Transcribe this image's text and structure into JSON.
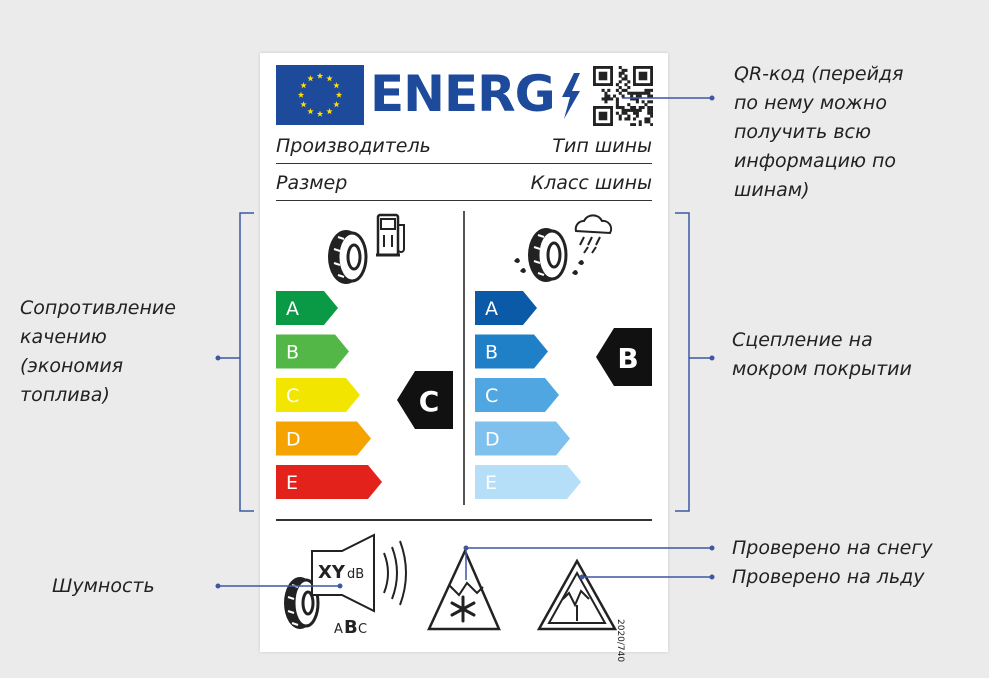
{
  "energy_word": "ENERG",
  "label_rows": {
    "manufacturer": "Производитель",
    "tyre_type": "Тип шины",
    "size": "Размер",
    "tyre_class": "Класс шины"
  },
  "fuel_scale": {
    "classes": [
      "A",
      "B",
      "C",
      "D",
      "E"
    ],
    "colors": [
      "#0a9a46",
      "#52b747",
      "#f2e500",
      "#f5a300",
      "#e3221c"
    ],
    "selected": "C"
  },
  "wet_scale": {
    "classes": [
      "A",
      "B",
      "C",
      "D",
      "E"
    ],
    "colors": [
      "#0a5aa8",
      "#1f80c8",
      "#4fa6e0",
      "#7fc1ee",
      "#b5def8"
    ],
    "selected": "B"
  },
  "noise": {
    "value": "XY",
    "unit": "dB",
    "classes": [
      "A",
      "B",
      "C"
    ]
  },
  "regulation_code": "2020/740",
  "annotations": {
    "qr": [
      "QR-код (перейдя",
      "по нему можно",
      "получить всю",
      "информацию по",
      "шинам)"
    ],
    "rolling": [
      "Сопротивление",
      "качению",
      "(экономия",
      "топлива)"
    ],
    "wet": [
      "Сцепление на",
      "мокром покрытии"
    ],
    "noise": "Шумность",
    "snow": "Проверено на снегу",
    "ice": "Проверено на льду"
  },
  "colors": {
    "eu_blue": "#1d4a9b",
    "eu_star": "#ffdd00",
    "leader": "#3d57a3",
    "text": "#222222"
  },
  "icons": [
    "eu-flag-icon",
    "lightning-icon",
    "qr-code-icon",
    "tyre-icon",
    "fuel-pump-icon",
    "rain-cloud-icon",
    "speaker-icon",
    "sound-waves-icon",
    "snowflake-mountain-icon",
    "ice-mountain-icon"
  ]
}
